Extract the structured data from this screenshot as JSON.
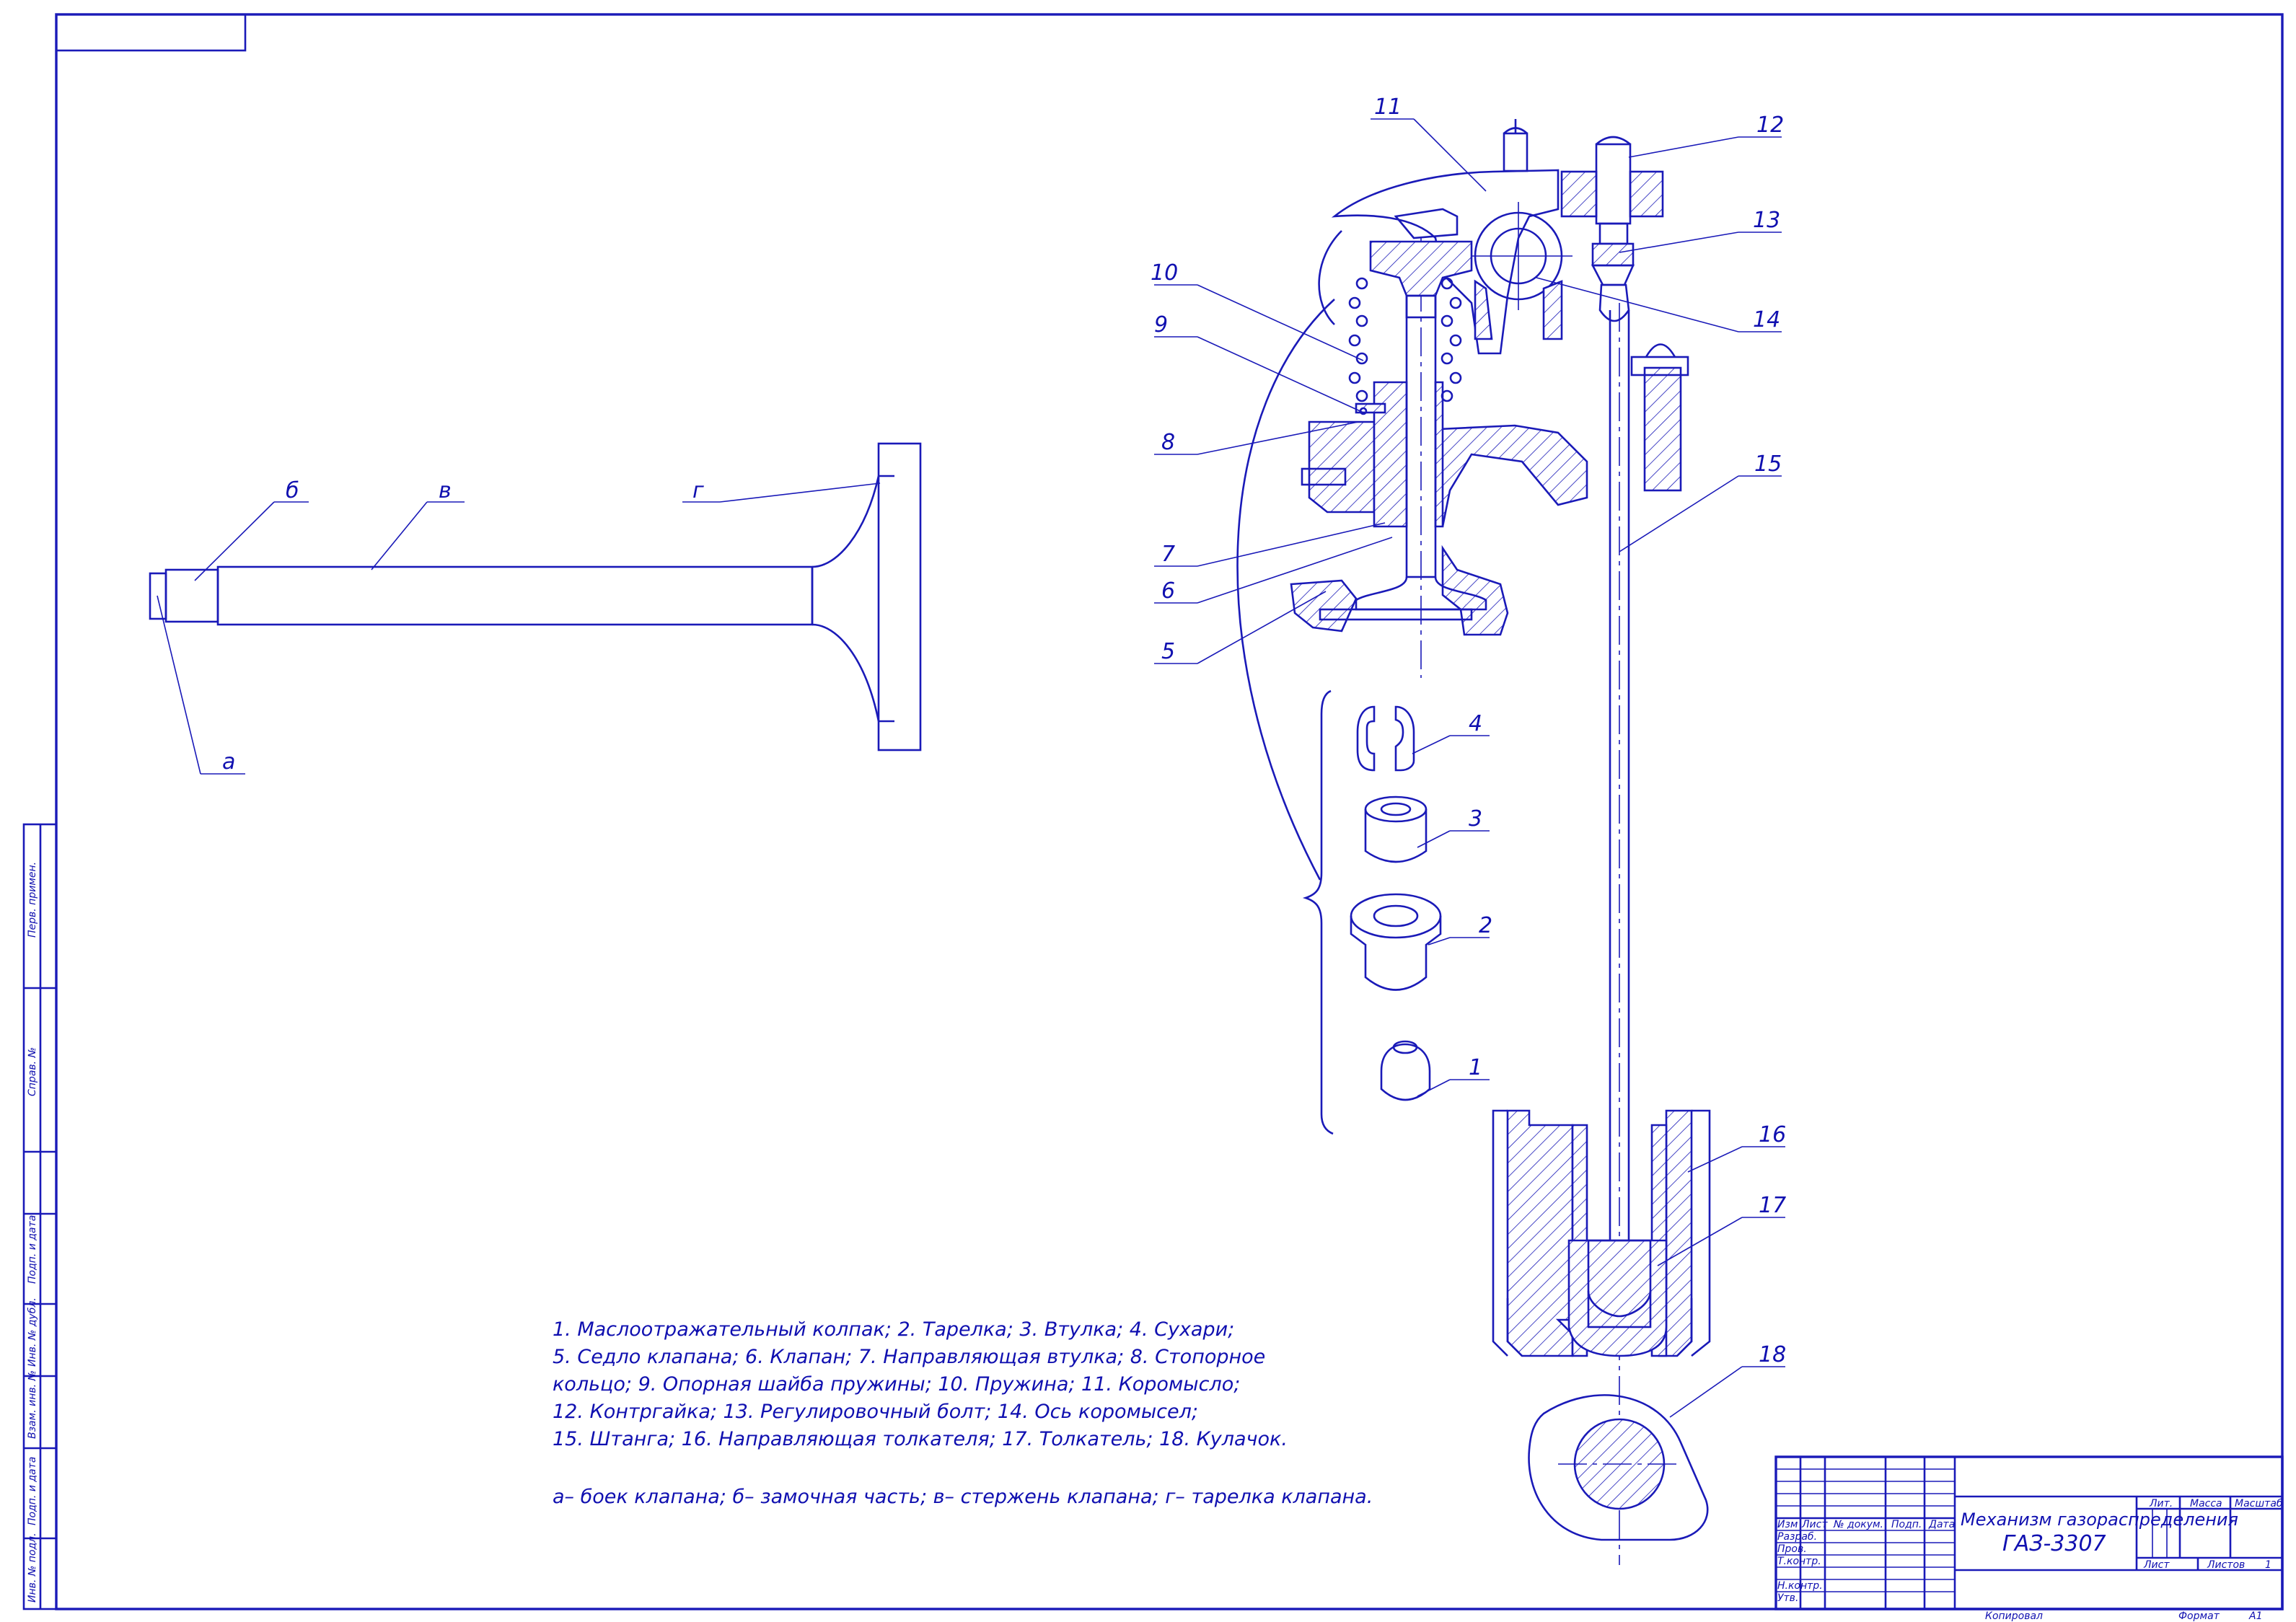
{
  "valve_labels": {
    "a": "а",
    "b": "б",
    "v": "в",
    "g": "г"
  },
  "callouts": [
    "1",
    "2",
    "3",
    "4",
    "5",
    "6",
    "7",
    "8",
    "9",
    "10",
    "11",
    "12",
    "13",
    "14",
    "15",
    "16",
    "17",
    "18"
  ],
  "legend_lines": [
    "1. Маслоотражательный колпак; 2. Тарелка; 3. Втулка; 4. Сухари;",
    "5. Седло клапана; 6. Клапан; 7. Направляющая втулка; 8. Стопорное",
    "кольцо; 9. Опорная шайба пружины; 10. Пружина; 11. Коромысло;",
    "12. Контргайка; 13. Регулировочный болт; 14. Ось коромысел;",
    "15. Штанга; 16. Направляющая толкателя; 17. Толкатель; 18. Кулачок."
  ],
  "legend_parts": "а– боек клапана; б– замочная часть; в– стержень клапана; г– тарелка клапана.",
  "side_stamp": [
    "Перв. примен.",
    "Справ. №",
    "Подп. и дата",
    "Инв. № дубл.",
    "Взам. инв. №",
    "Подп. и дата",
    "Инв. № подл."
  ],
  "title_block": {
    "title_line1": "Механизм газораспределения",
    "title_line2": "ГАЗ-3307",
    "col_izm": "Изм",
    "col_list": "Лист",
    "col_ndokum": "№ докум.",
    "col_podp": "Подп.",
    "col_data": "Дата",
    "row_razrab": "Разраб.",
    "row_prov": "Пров.",
    "row_tkontr": "Т.контр.",
    "row_nkontr": "Н.контр.",
    "row_utv": "Утв.",
    "lit": "Лит.",
    "massa": "Масса",
    "masshtab": "Масштаб",
    "list": "Лист",
    "listov": "Листов",
    "listov_value": "1"
  },
  "footer": {
    "kopiroval": "Копировал",
    "format_label": "Формат",
    "format_value": "А1"
  }
}
